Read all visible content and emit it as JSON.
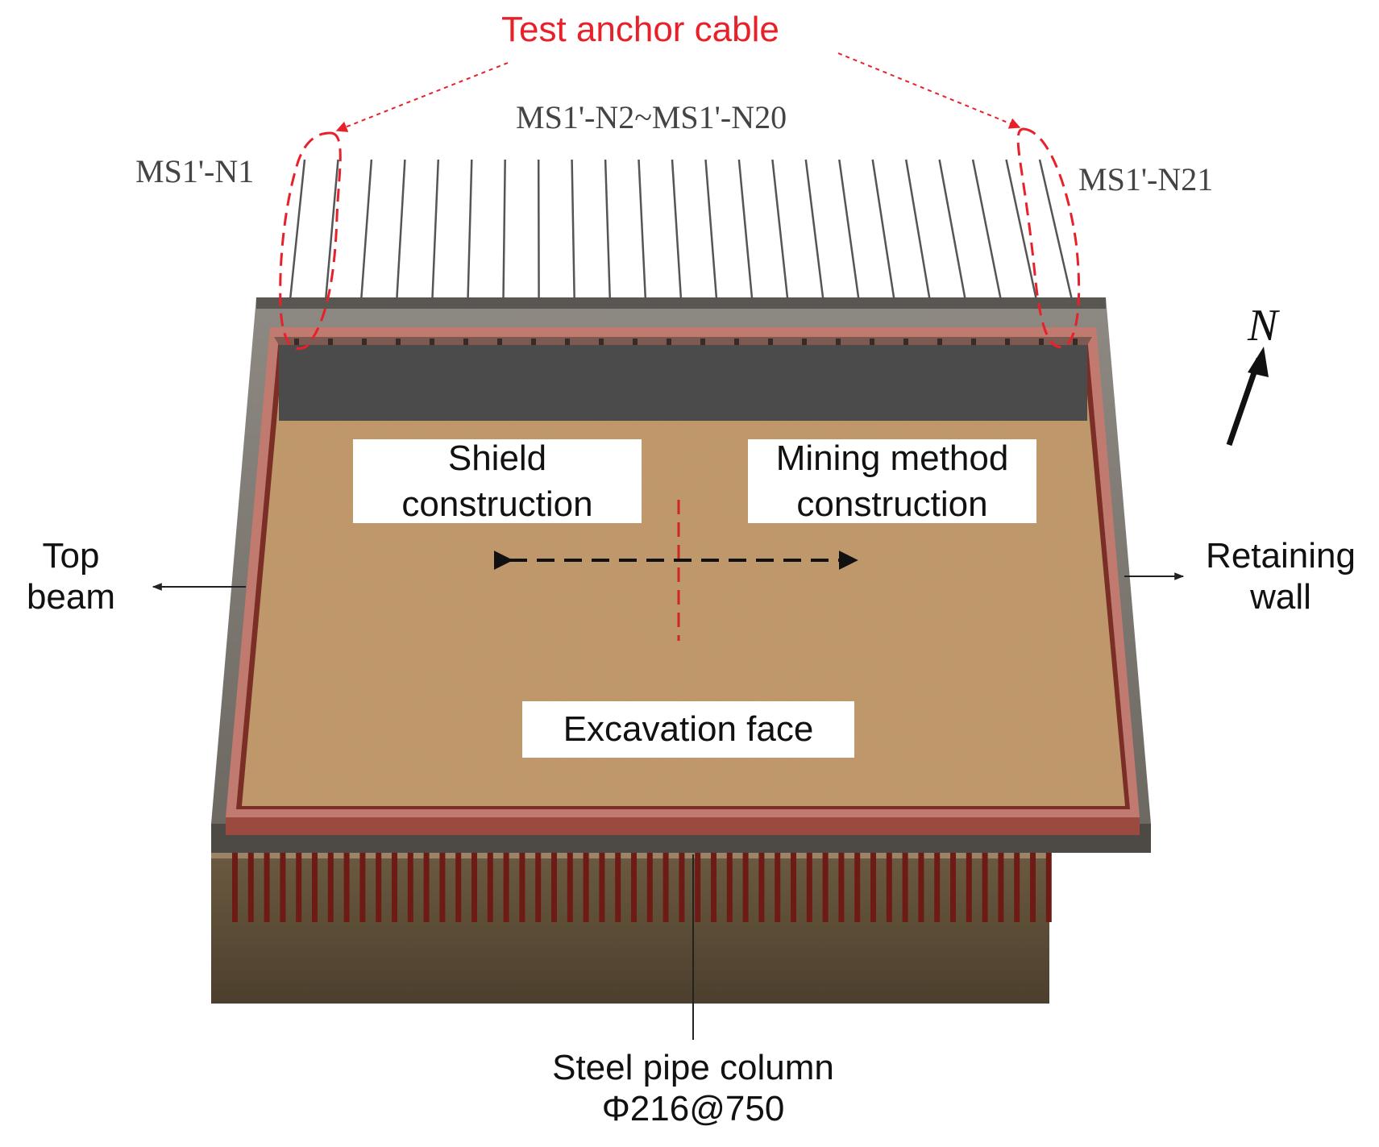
{
  "labels": {
    "test_anchor_cable": "Test anchor cable",
    "anchor_range": "MS1'-N2~MS1'-N20",
    "anchor_first": "MS1'-N1",
    "anchor_last": "MS1'-N21",
    "north": "N",
    "shield": [
      "Shield",
      "construction"
    ],
    "mining": [
      "Mining method",
      "construction"
    ],
    "top_beam": [
      "Top",
      "beam"
    ],
    "retaining_wall": [
      "Retaining",
      "wall"
    ],
    "excavation_face": "Excavation face",
    "steel_pipe_column": "Steel pipe column",
    "steel_pipe_spec": "Φ216@750"
  },
  "colors": {
    "highlight_red": "#e8202a",
    "excavation_sand": "#c39a6c",
    "top_beam_gray": "#4a4a48",
    "retaining_wall_pink": "#c0786d",
    "steel_pipe_red": "#6e1b15",
    "soil_brown": "#5b4c37"
  },
  "icons": {
    "north_arrow": "north-arrow-icon"
  }
}
